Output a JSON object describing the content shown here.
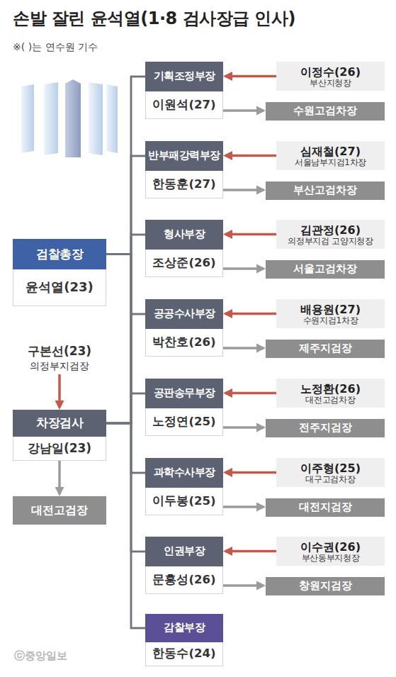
{
  "diagram": {
    "title": "손발 잘린 윤석열(1·8 검사장급 인사)",
    "nodes": [
      {
        "text": [
          "검찰총장",
          "윤석열(23)"
        ]
      },
      {
        "text": [
          "구본선(23)",
          "의정부지검장"
        ]
      },
      {
        "text": [
          "차장검사",
          "강남일(23)"
        ]
      },
      {
        "text": [
          "대전고검장"
        ]
      },
      {
        "text": [
          "기획조정부장",
          "이원석(27)"
        ]
      },
      {
        "text": [
          "이정수(26)",
          "부산지청장"
        ]
      },
      {
        "text": [
          "수원고검차장"
        ]
      },
      {
        "text": [
          "반부패강력부장",
          "한동훈(27)"
        ]
      },
      {
        "text": [
          "심재철(27)",
          "서울남부지검1차장"
        ]
      },
      {
        "text": [
          "부산고검차장"
        ]
      },
      {
        "text": [
          "형사부장",
          "조상준(26)"
        ]
      },
      {
        "text": [
          "김관정(26)",
          "의정부지검 고양지청장"
        ]
      },
      {
        "text": [
          "서울고검차장"
        ]
      },
      {
        "text": [
          "공공수사부장",
          "박찬호(26)"
        ]
      },
      {
        "text": [
          "배용원(27)",
          "수원지검1차장"
        ]
      },
      {
        "text": [
          "제주지검장"
        ]
      },
      {
        "text": [
          "공판송무부장",
          "노정연(25)"
        ]
      },
      {
        "text": [
          "노정환(26)",
          "대전고검차장"
        ]
      },
      {
        "text": [
          "전주지검장"
        ]
      },
      {
        "text": [
          "과학수사부장",
          "이두봉(25)"
        ]
      },
      {
        "text": [
          "이주형(25)",
          "대구고검차장"
        ]
      },
      {
        "text": [
          "대전지검장"
        ]
      },
      {
        "text": [
          "인권부장",
          "문홍성(26)"
        ]
      },
      {
        "text": [
          "이수권(26)",
          "부산동부지청장"
        ]
      },
      {
        "text": [
          "창원지검장"
        ]
      },
      {
        "text": [
          "감찰부장",
          "한동수(24)"
        ]
      }
    ],
    "edges": [
      {
        "from": 1,
        "to": 2,
        "arrow": "to"
      },
      {
        "from": 2,
        "to": 3,
        "arrow": "to"
      },
      {
        "from": 5,
        "to": 4,
        "arrow": "to"
      },
      {
        "from": 4,
        "to": 6,
        "arrow": "to"
      },
      {
        "from": 8,
        "to": 7,
        "arrow": "to"
      },
      {
        "from": 7,
        "to": 9,
        "arrow": "to"
      },
      {
        "from": 11,
        "to": 10,
        "arrow": "to"
      },
      {
        "from": 10,
        "to": 12,
        "arrow": "to"
      },
      {
        "from": 14,
        "to": 13,
        "arrow": "to"
      },
      {
        "from": 13,
        "to": 15,
        "arrow": "to"
      },
      {
        "from": 17,
        "to": 16,
        "arrow": "to"
      },
      {
        "from": 16,
        "to": 18,
        "arrow": "to"
      },
      {
        "from": 20,
        "to": 19,
        "arrow": "to"
      },
      {
        "from": 19,
        "to": 21,
        "arrow": "to"
      },
      {
        "from": 23,
        "to": 22,
        "arrow": "to"
      },
      {
        "from": 22,
        "to": 24,
        "arrow": "to"
      },
      {
        "from": 0,
        "to": 4,
        "arrow": "none"
      },
      {
        "from": 0,
        "to": 7,
        "arrow": "none"
      },
      {
        "from": 0,
        "to": 10,
        "arrow": "none"
      },
      {
        "from": 0,
        "to": 13,
        "arrow": "none"
      },
      {
        "from": 0,
        "to": 16,
        "arrow": "none"
      },
      {
        "from": 0,
        "to": 19,
        "arrow": "none"
      },
      {
        "from": 0,
        "to": 22,
        "arrow": "none"
      },
      {
        "from": 0,
        "to": 25,
        "arrow": "none"
      },
      {
        "from": 2,
        "to": 4,
        "arrow": "none"
      },
      {
        "from": 2,
        "to": 7,
        "arrow": "none"
      },
      {
        "from": 2,
        "to": 10,
        "arrow": "none"
      },
      {
        "from": 2,
        "to": 13,
        "arrow": "none"
      },
      {
        "from": 2,
        "to": 16,
        "arrow": "none"
      },
      {
        "from": 2,
        "to": 19,
        "arrow": "none"
      },
      {
        "from": 2,
        "to": 22,
        "arrow": "none"
      },
      {
        "from": 2,
        "to": 25,
        "arrow": "none"
      }
    ],
    "labels": [
      "※( )는 연수원 기수",
      "ⓒ중앙일보"
    ]
  }
}
